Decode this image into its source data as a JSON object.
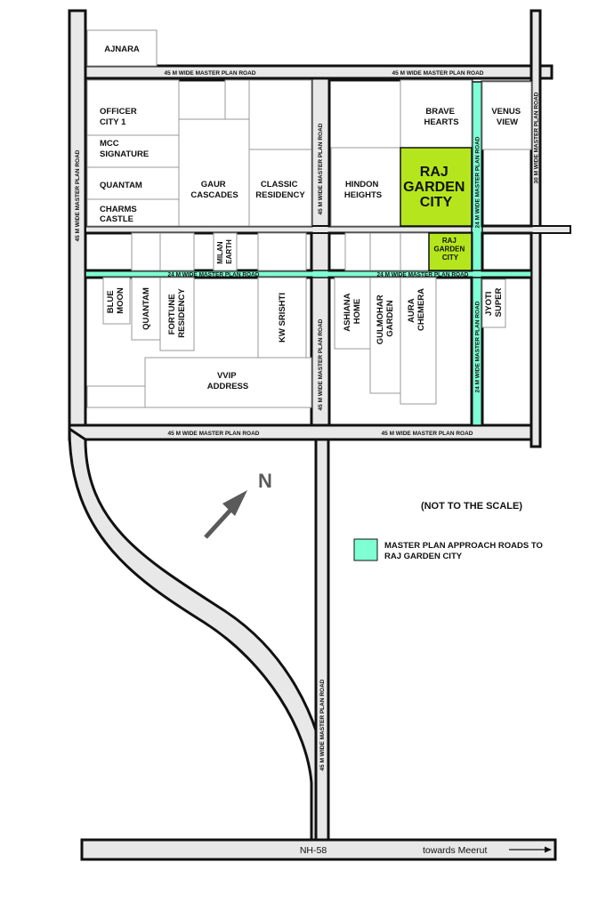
{
  "roads": {
    "top_45m_left": "45 M WIDE MASTER PLAN ROAD",
    "top_45m_right": "45 M WIDE MASTER PLAN ROAD",
    "left_45m": "45 M WIDE MASTER PLAN ROAD",
    "center_45m_upper": "45 M WIDE MASTER PLAN ROAD",
    "center_45m_middle": "45 M WIDE MASTER PLAN ROAD",
    "center_45m_lower": "45 M WIDE MASTER PLAN ROAD",
    "mid_24m_left": "24 M WIDE MASTER PLAN ROAD",
    "mid_24m_right": "24 M WIDE MASTER PLAN ROAD",
    "right_24m_upper": "24 M WIDE MASTER PLAN ROAD",
    "right_24m_lower": "24 M WIDE MASTER PLAN ROAD",
    "far_right_30m": "30 M WIDE MASTER PLAN ROAD",
    "bottom_45m_left": "45 M WIDE MASTER PLAN ROAD",
    "bottom_45m_right": "45 M WIDE MASTER PLAN ROAD",
    "highway": "NH-58",
    "direction": "towards Meerut"
  },
  "plots": {
    "ajnara": "AJNARA",
    "officer_city_1": [
      "OFFICER",
      "CITY 1"
    ],
    "mcc_signature": [
      "MCC",
      "SIGNATURE"
    ],
    "quantam_upper": "QUANTAM",
    "charms_castle": [
      "CHARMS",
      "CASTLE"
    ],
    "gaur_cascades": [
      "GAUR",
      "CASCADES"
    ],
    "classic_residency": [
      "CLASSIC",
      "RESIDENCY"
    ],
    "hindon_heights": [
      "HINDON",
      "HEIGHTS"
    ],
    "brave_hearts": [
      "BRAVE",
      "HEARTS"
    ],
    "raj_garden_city": [
      "RAJ",
      "GARDEN",
      "CITY"
    ],
    "venus_view": [
      "VENUS",
      "VIEW"
    ],
    "milan_earth": [
      "MILAN",
      "EARTH"
    ],
    "raj_garden_city_small": [
      "RAJ",
      "GARDEN",
      "CITY"
    ],
    "blue_moon": [
      "BLUE",
      "MOON"
    ],
    "quantam_lower": "QUANTAM",
    "fortune_residency": [
      "FORTUNE",
      "RESIDENCY"
    ],
    "kw_srishti": "KW SRISHTI",
    "ashiana_home": [
      "ASHIANA",
      "HOME"
    ],
    "gulmohar_garden": [
      "GULMOHAR",
      "GARDEN"
    ],
    "aura_chemera": [
      "AURA",
      "CHEMERA"
    ],
    "jyoti_super": [
      "JYOTI",
      "SUPER"
    ],
    "vvip_address": [
      "VVIP",
      "ADDRESS"
    ]
  },
  "compass": {
    "label": "N"
  },
  "scale_note": "(NOT TO THE SCALE)",
  "legend": {
    "color": "#7fffd4",
    "label_line1": "MASTER PLAN APPROACH ROADS TO",
    "label_line2": "RAJ GARDEN CITY"
  },
  "colors": {
    "highlight_plot": "#b5e61d",
    "approach_road": "#7fffd4",
    "road_fill": "#e8e8e8",
    "compass_arrow": "#5a5a5a"
  }
}
